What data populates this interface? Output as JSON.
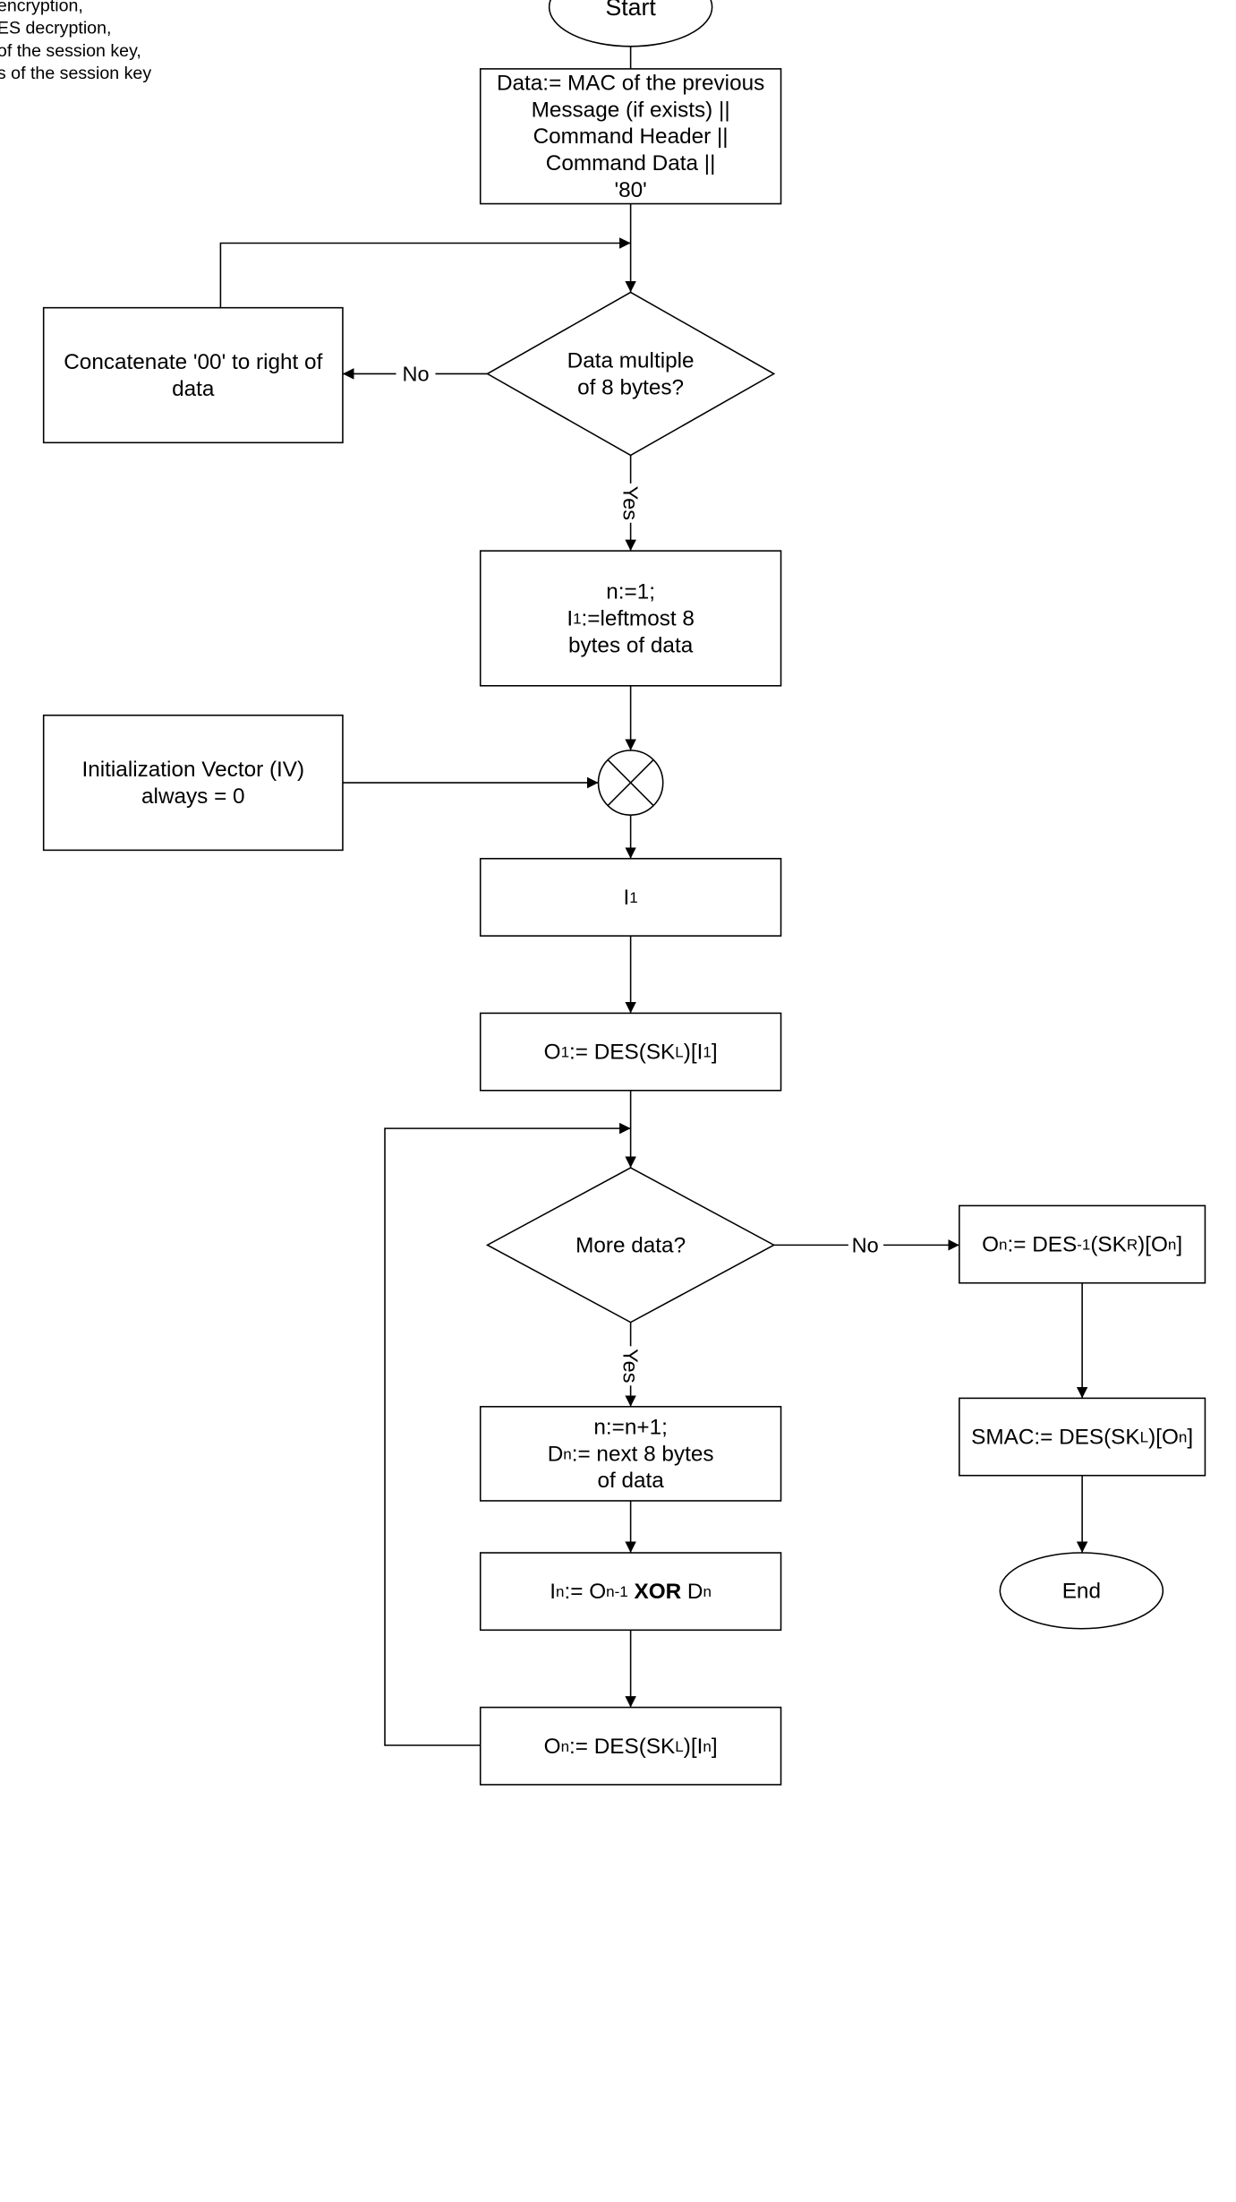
{
  "legend": [
    "encryption,",
    "ES decryption,",
    "of the session key,",
    "s of the session key"
  ],
  "nodes": {
    "start": {
      "shape": "ellipse",
      "lines": [
        [
          [
            "Start",
            ""
          ]
        ]
      ]
    },
    "init_data": {
      "shape": "box",
      "lines": [
        [
          [
            "Data:= MAC of the previous",
            ""
          ]
        ],
        [
          [
            "Message (if exists) ||",
            ""
          ]
        ],
        [
          [
            "Command Header ||",
            ""
          ]
        ],
        [
          [
            "Command Data      ||",
            ""
          ]
        ],
        [
          [
            "'80'",
            ""
          ]
        ]
      ]
    },
    "decision_multiple": {
      "shape": "diamond",
      "lines": [
        [
          [
            "Data multiple",
            ""
          ]
        ],
        [
          [
            "of 8 bytes?",
            ""
          ]
        ]
      ]
    },
    "concatenate": {
      "shape": "box",
      "lines": [
        [
          [
            "Concatenate '00' to right of",
            ""
          ]
        ],
        [
          [
            "data",
            ""
          ]
        ]
      ]
    },
    "n_init": {
      "shape": "box",
      "lines": [
        [
          [
            "n:=1;",
            ""
          ]
        ],
        [
          [
            "I",
            ""
          ],
          [
            "1",
            "s"
          ],
          [
            ":=leftmost 8",
            ""
          ]
        ],
        [
          [
            "bytes of data",
            ""
          ]
        ]
      ]
    },
    "iv": {
      "shape": "box",
      "lines": [
        [
          [
            "Initialization Vector (IV)",
            ""
          ]
        ],
        [
          [
            "always = 0",
            ""
          ]
        ]
      ]
    },
    "i1": {
      "shape": "box",
      "lines": [
        [
          [
            "I",
            ""
          ],
          [
            "1",
            "s"
          ]
        ]
      ]
    },
    "o1": {
      "shape": "box",
      "lines": [
        [
          [
            "O",
            ""
          ],
          [
            "1",
            "s"
          ],
          [
            ":= DES(SK",
            ""
          ],
          [
            "L",
            "s"
          ],
          [
            ")[I",
            ""
          ],
          [
            "1",
            "s"
          ],
          [
            "]",
            ""
          ]
        ]
      ]
    },
    "decision_more": {
      "shape": "diamond",
      "lines": [
        [
          [
            "More data?",
            ""
          ]
        ]
      ]
    },
    "on_final": {
      "shape": "box",
      "lines": [
        [
          [
            "O",
            ""
          ],
          [
            "n",
            "s"
          ],
          [
            ":= DES",
            ""
          ],
          [
            "-1",
            "s"
          ],
          [
            "(SK",
            ""
          ],
          [
            "R",
            "s"
          ],
          [
            ")[O",
            ""
          ],
          [
            "n",
            "s"
          ],
          [
            "]",
            ""
          ]
        ]
      ]
    },
    "smac": {
      "shape": "box",
      "lines": [
        [
          [
            "SMAC:= DES(SK",
            ""
          ],
          [
            "L",
            "s"
          ],
          [
            ")[O",
            ""
          ],
          [
            "n",
            "s"
          ],
          [
            "]",
            ""
          ]
        ]
      ]
    },
    "end": {
      "shape": "ellipse",
      "lines": [
        [
          [
            "End",
            ""
          ]
        ]
      ]
    },
    "n_inc": {
      "shape": "box",
      "lines": [
        [
          [
            "n:=n+1;",
            ""
          ]
        ],
        [
          [
            "D",
            ""
          ],
          [
            "n",
            "s"
          ],
          [
            ":= next 8 bytes",
            ""
          ]
        ],
        [
          [
            "of data",
            ""
          ]
        ]
      ]
    },
    "in_xor": {
      "shape": "box",
      "lines": [
        [
          [
            "I",
            ""
          ],
          [
            "n",
            "s"
          ],
          [
            ":= O",
            ""
          ],
          [
            "n-1",
            "s"
          ],
          [
            " ",
            ""
          ],
          [
            "XOR",
            "b"
          ],
          [
            " D",
            ""
          ],
          [
            "n",
            "s"
          ]
        ]
      ]
    },
    "on_des": {
      "shape": "box",
      "lines": [
        [
          [
            "O",
            ""
          ],
          [
            "n",
            "s"
          ],
          [
            ":= DES(SK",
            ""
          ],
          [
            "L",
            "s"
          ],
          [
            ")[I",
            ""
          ],
          [
            "n",
            "s"
          ],
          [
            "]",
            ""
          ]
        ]
      ]
    }
  },
  "edge_labels": {
    "no_1": "No",
    "yes_1": "Yes",
    "no_2": "No",
    "yes_2": "Yes"
  },
  "icons": {
    "xor_node": "circled-x-icon"
  }
}
